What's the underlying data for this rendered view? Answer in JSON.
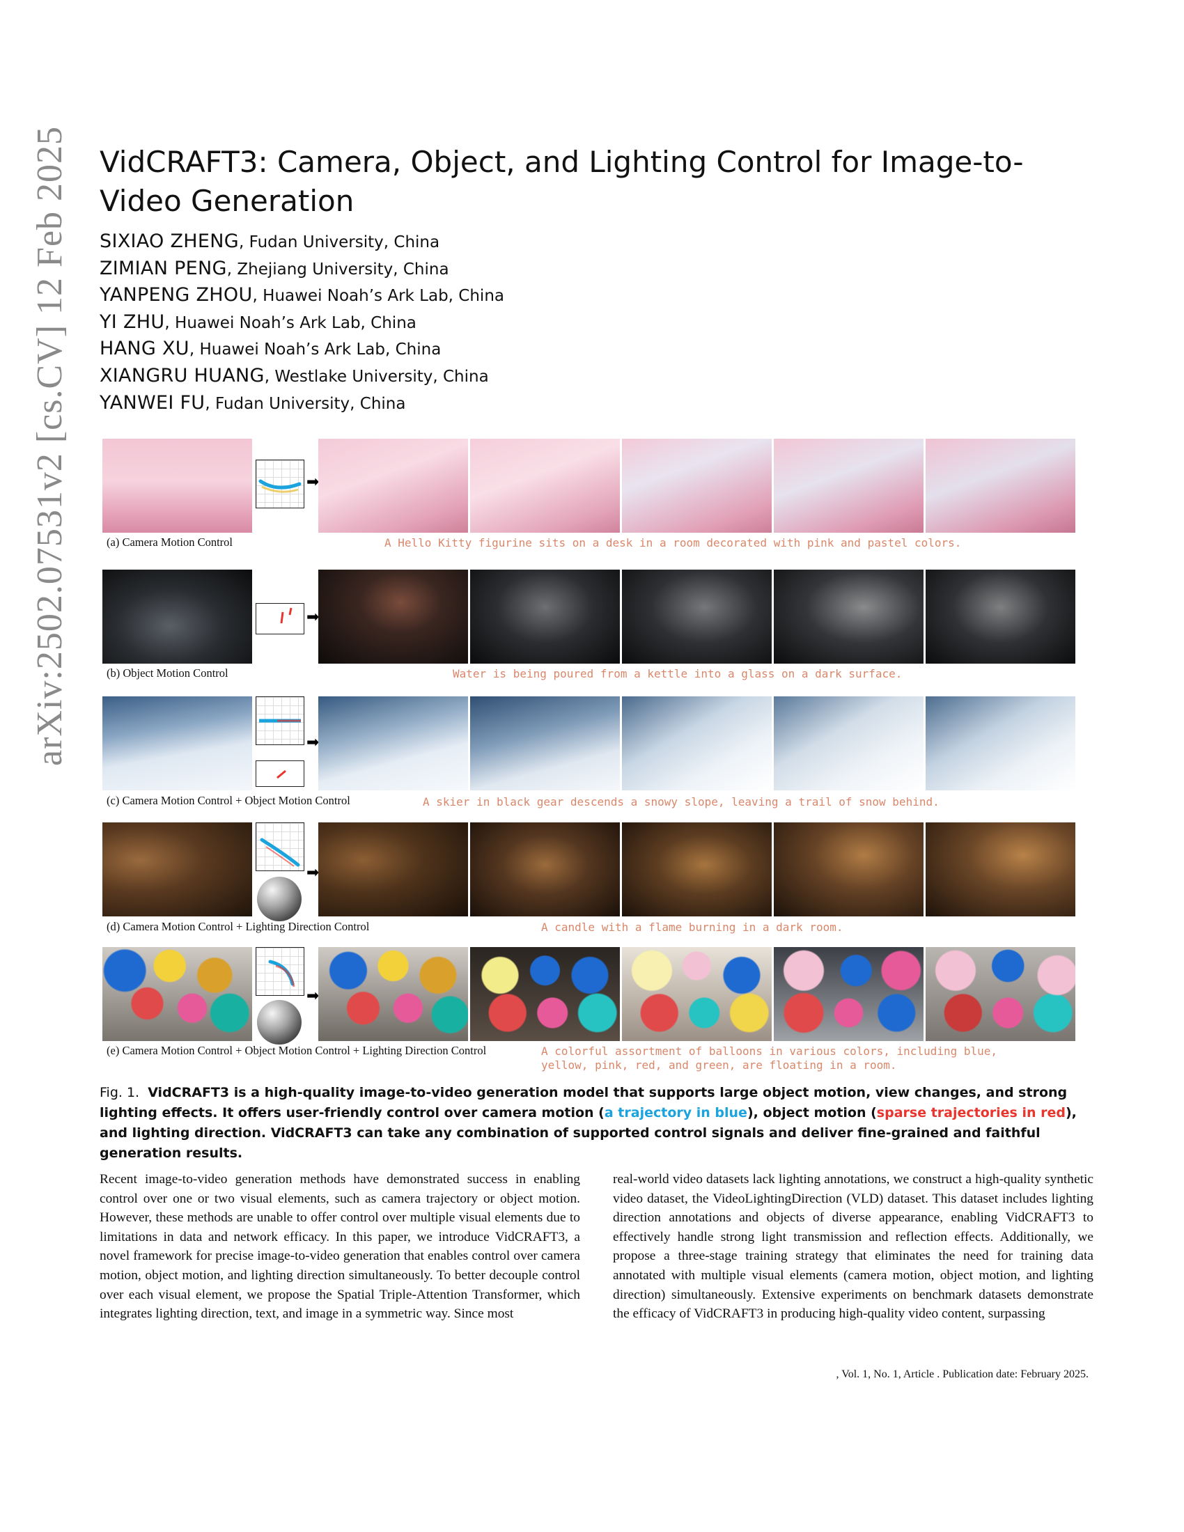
{
  "arxiv_id": "arXiv:2502.07531v2  [cs.CV]  12 Feb 2025",
  "title": "VidCRAFT3: Camera, Object, and Lighting Control for Image-to-Video Generation",
  "authors": [
    {
      "name": "SIXIAO ZHENG",
      "affiliation": ", Fudan University, China"
    },
    {
      "name": "ZIMIAN PENG",
      "affiliation": ", Zhejiang University, China"
    },
    {
      "name": "YANPENG ZHOU",
      "affiliation": ", Huawei Noah’s Ark Lab, China"
    },
    {
      "name": "YI ZHU",
      "affiliation": ", Huawei Noah’s Ark Lab, China"
    },
    {
      "name": "HANG XU",
      "affiliation": ", Huawei Noah’s Ark Lab, China"
    },
    {
      "name": "XIANGRU HUANG",
      "affiliation": ", Westlake University, China"
    },
    {
      "name": "YANWEI FU",
      "affiliation": ", Fudan University, China"
    }
  ],
  "figure": {
    "rows": [
      {
        "label": "(a) Camera Motion Control",
        "prompt": "A Hello Kitty figurine sits on a desk in a room decorated with pink and pastel colors."
      },
      {
        "label": "(b) Object Motion Control",
        "prompt": "Water is being poured from a kettle into a glass on a dark surface."
      },
      {
        "label": "(c) Camera Motion Control + Object Motion Control",
        "prompt": "A skier in black gear descends a snowy slope, leaving a trail of snow behind."
      },
      {
        "label": "(d) Camera Motion Control + Lighting Direction Control",
        "prompt": "A candle with a flame burning in a dark room."
      },
      {
        "label": "(e) Camera Motion Control + Object Motion Control + Lighting Direction Control",
        "prompt": "A colorful assortment of balloons in various colors, including blue, yellow, pink, red, and green, are floating in a room."
      }
    ],
    "arrow_glyph": "➡",
    "colors": {
      "camera_trajectory": "#1aa3dd",
      "object_trajectory": "#e8352e",
      "prompt_text": "#d9876a"
    }
  },
  "caption": {
    "prefix": "Fig. 1.",
    "part1": "VidCRAFT3 is a high-quality image-to-video generation model that supports large object motion, view changes, and strong lighting effects. It offers user-friendly control over camera motion (",
    "blue": "a trajectory in blue",
    "part2": "), object motion (",
    "red": "sparse trajectories in red",
    "part3": "), and lighting direction. VidCRAFT3 can take any combination of supported control signals and deliver fine-grained and faithful generation results."
  },
  "abstract": {
    "col1": "Recent image-to-video generation methods have demonstrated success in enabling control over one or two visual elements, such as camera trajectory or object motion. However, these methods are unable to offer control over multiple visual elements due to limitations in data and network efficacy. In this paper, we introduce VidCRAFT3, a novel framework for precise image-to-video generation that enables control over camera motion, object motion, and lighting direction simultaneously. To better decouple control over each visual element, we propose the Spatial Triple-Attention Transformer, which integrates lighting direction, text, and image in a symmetric way. Since most",
    "col2": "real-world video datasets lack lighting annotations, we construct a high-quality synthetic video dataset, the VideoLightingDirection (VLD) dataset. This dataset includes lighting direction annotations and objects of diverse appearance, enabling VidCRAFT3 to effectively handle strong light transmission and reflection effects. Additionally, we propose a three-stage training strategy that eliminates the need for training data annotated with multiple visual elements (camera motion, object motion, and lighting direction) simultaneously. Extensive experiments on benchmark datasets demonstrate the efficacy of VidCRAFT3 in producing high-quality video content, surpassing"
  },
  "footer": ", Vol. 1, No. 1, Article . Publication date: February 2025."
}
